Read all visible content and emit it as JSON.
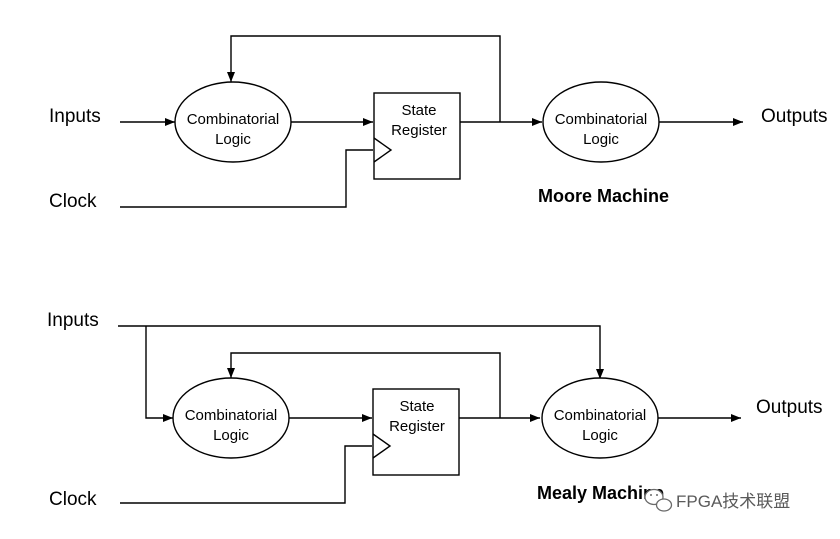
{
  "moore": {
    "inputs_label": "Inputs",
    "clock_label": "Clock",
    "outputs_label": "Outputs",
    "logic1": [
      "Combinatorial",
      "Logic"
    ],
    "register": [
      "State",
      "Register"
    ],
    "logic2": [
      "Combinatorial",
      "Logic"
    ],
    "title": "Moore Machine"
  },
  "mealy": {
    "inputs_label": "Inputs",
    "clock_label": "Clock",
    "outputs_label": "Outputs",
    "logic1": [
      "Combinatorial",
      "Logic"
    ],
    "register": [
      "State",
      "Register"
    ],
    "logic2": [
      "Combinatorial",
      "Logic"
    ],
    "title": "Mealy Machine"
  },
  "watermark": {
    "text": "FPGA技术联盟",
    "icon": "wechat-icon"
  }
}
